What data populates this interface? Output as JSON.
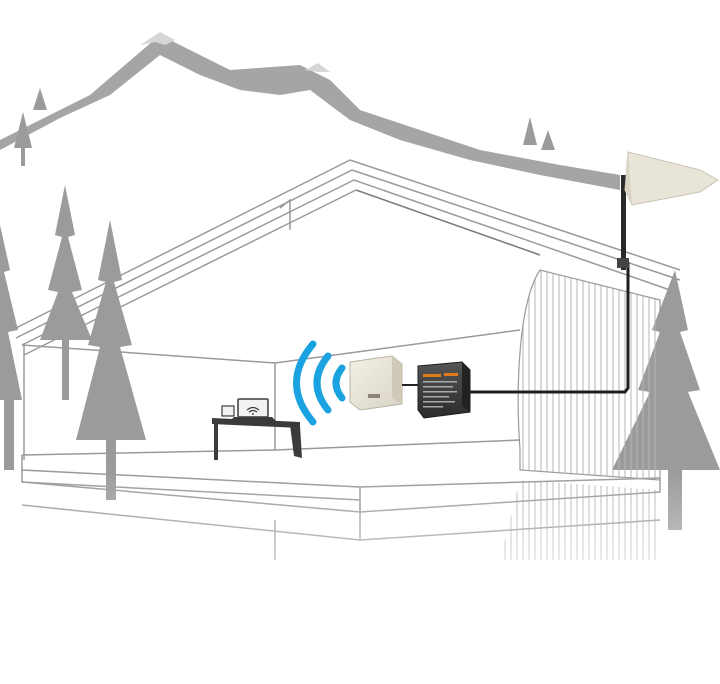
{
  "scene": {
    "type": "cell-signal-booster-installation",
    "components": [
      "outdoor-antenna",
      "signal-booster",
      "indoor-antenna",
      "laptop",
      "desk"
    ],
    "colors": {
      "background": "#ffffff",
      "scenery_gray": "#9b9b9b",
      "wifi_waves": "#1aa3e0",
      "booster_body": "#3a3a3a",
      "booster_accent": "#e07a1f",
      "antenna_panel": "#eeeae0"
    },
    "icons": {
      "wifi": "wifi-waves-icon",
      "laptop_screen": "wifi-icon"
    }
  }
}
